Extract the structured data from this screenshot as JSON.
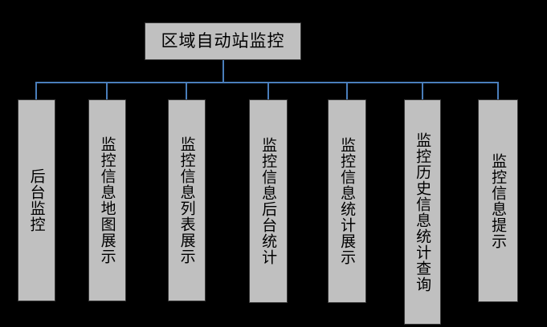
{
  "diagram": {
    "type": "tree-hierarchy",
    "title": "区域自动站监控",
    "background_color": "#000000",
    "node_fill_color": "#c0c0c0",
    "node_border_color": "#3a3a3a",
    "connector_color": "#4a7ebb",
    "root": {
      "label": "区域自动站监控",
      "orientation": "horizontal"
    },
    "children": [
      {
        "label": "后台监控",
        "orientation": "vertical"
      },
      {
        "label": "监控信息地图展示",
        "orientation": "vertical"
      },
      {
        "label": "监控信息列表展示",
        "orientation": "vertical"
      },
      {
        "label": "监控信息后台统计",
        "orientation": "vertical"
      },
      {
        "label": "监控信息统计展示",
        "orientation": "vertical"
      },
      {
        "label": "监控历史信息统计查询",
        "orientation": "vertical"
      },
      {
        "label": "监控信息提示",
        "orientation": "vertical"
      }
    ]
  }
}
